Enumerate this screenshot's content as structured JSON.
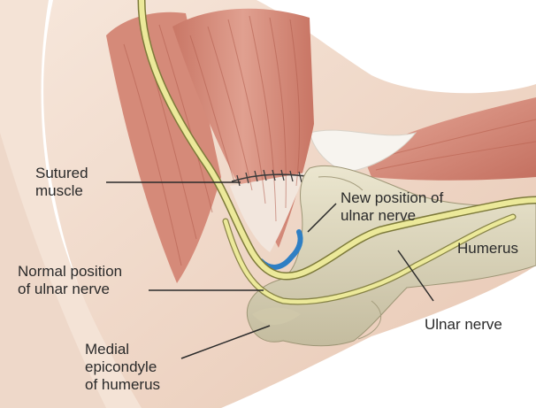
{
  "labels": {
    "sutured_muscle": "Sutured\nmuscle",
    "new_position": "New position of\nulnar nerve",
    "humerus": "Humerus",
    "normal_position": "Normal position\nof ulnar nerve",
    "ulnar_nerve": "Ulnar nerve",
    "medial_epicondyle": "Medial\nepicondyle\nof humerus"
  },
  "colors": {
    "skin": "#f1dccd",
    "skin_shadow": "#e2c1ad",
    "muscle": "#d98f7e",
    "muscle_dark": "#b5604f",
    "bone": "#dcd6bd",
    "bone_shadow": "#b9b195",
    "nerve": "#ece99a",
    "nerve_edge": "#7d7a3a",
    "old_nerve": "#2f7fc4",
    "leader": "#2a2a2a"
  }
}
